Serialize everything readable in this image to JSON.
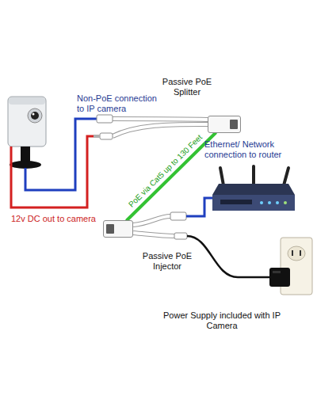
{
  "diagram": {
    "nodes": [
      {
        "text": [
          "Passive PoE Splitter"
        ]
      },
      {
        "text": [
          "Passive PoE Injector"
        ]
      }
    ],
    "edges": [
      {
        "from": 0,
        "to": 1,
        "arrow": "none",
        "label": "PoE via Cat5 up to 130 Feet"
      }
    ],
    "labels": [
      "Non-PoE connection to IP camera",
      "Ethernet/ Network connection to router",
      "12v DC out to camera",
      "Power Supply included with IP Camera"
    ]
  }
}
